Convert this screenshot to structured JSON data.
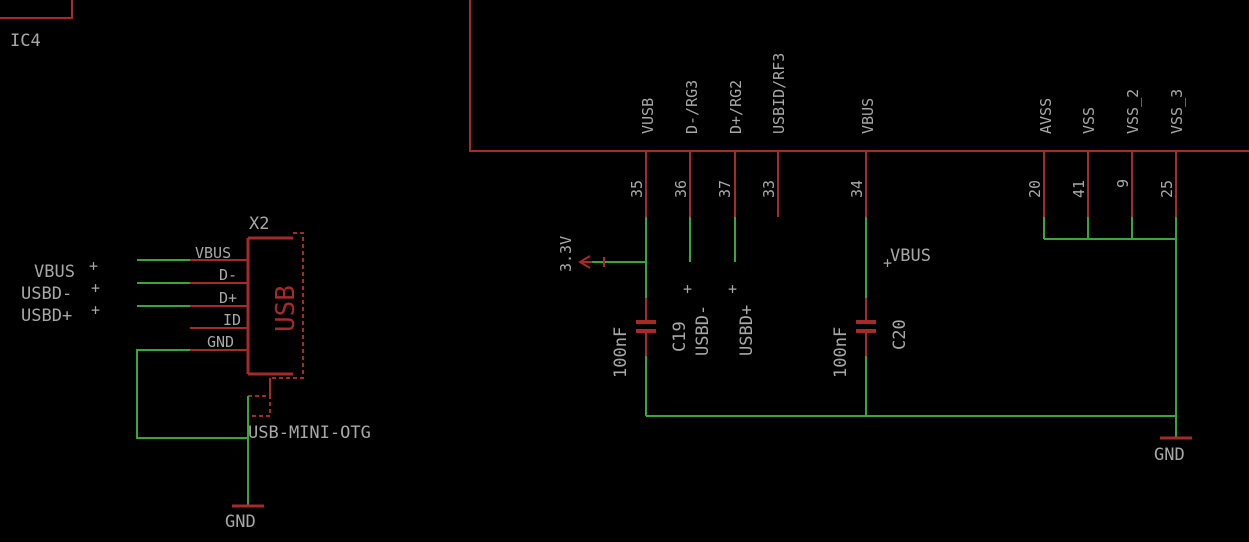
{
  "ic4": {
    "name": "IC4"
  },
  "x2": {
    "name": "X2",
    "value": "USB-MINI-OTG",
    "body_label": "USB",
    "pins": [
      "VBUS",
      "D-",
      "D+",
      "ID",
      "GND"
    ]
  },
  "nets_left": [
    "VBUS",
    "USBD-",
    "USBD+"
  ],
  "ic_pins": [
    {
      "name": "VUSB",
      "num": "35"
    },
    {
      "name": "D-/RG3",
      "num": "36"
    },
    {
      "name": "D+/RG2",
      "num": "37"
    },
    {
      "name": "USBID/RF3",
      "num": "33"
    },
    {
      "name": "VBUS",
      "num": "34"
    },
    {
      "name": "AVSS",
      "num": "20"
    },
    {
      "name": "VSS",
      "num": "41"
    },
    {
      "name": "VSS_2",
      "num": "9"
    },
    {
      "name": "VSS_3",
      "num": "25"
    }
  ],
  "supply": {
    "label": "3.3V"
  },
  "c19": {
    "name": "C19",
    "value": "100nF"
  },
  "c20": {
    "name": "C20",
    "value": "100nF"
  },
  "net_usbd_minus": "USBD-",
  "net_usbd_plus": "USBD+",
  "net_vbus": "VBUS",
  "gnd_labels": [
    "GND",
    "GND"
  ]
}
